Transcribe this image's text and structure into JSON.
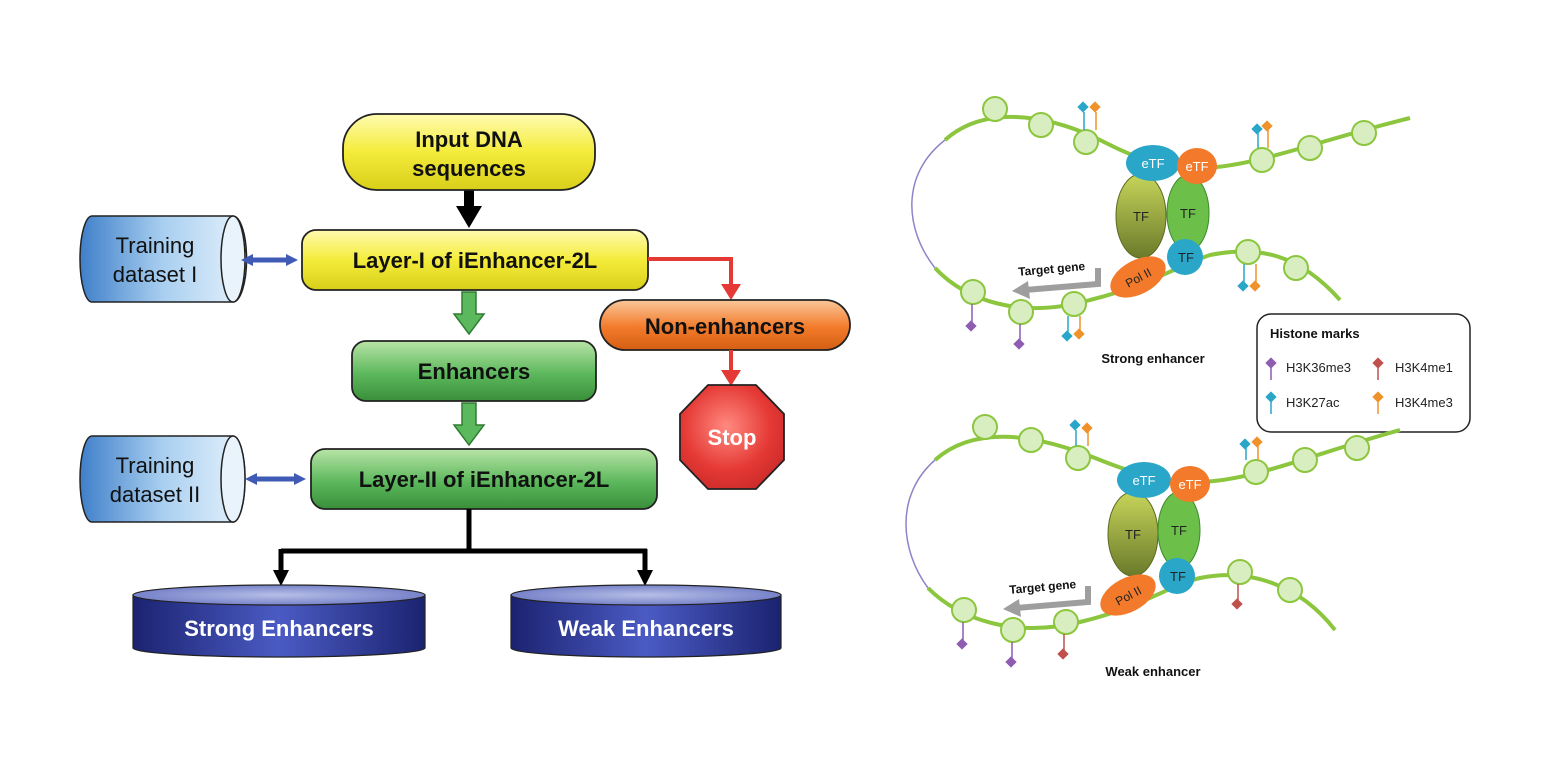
{
  "flowchart": {
    "input_line1": "Input DNA",
    "input_line2": "sequences",
    "layer1": "Layer-I of iEnhancer-2L",
    "layer2": "Layer-II of iEnhancer-2L",
    "enhancers": "Enhancers",
    "non_enhancers": "Non-enhancers",
    "stop": "Stop",
    "training1_line1": "Training",
    "training1_line2": "dataset I",
    "training2_line1": "Training",
    "training2_line2": "dataset II",
    "strong_out": "Strong Enhancers",
    "weak_out": "Weak Enhancers"
  },
  "bio": {
    "etf": "eTF",
    "tf": "TF",
    "pol": "Pol II",
    "target_gene": "Target gene",
    "strong_caption": "Strong enhancer",
    "weak_caption": "Weak enhancer"
  },
  "legend": {
    "title": "Histone marks",
    "items": [
      {
        "label": "H3K36me3",
        "color": "#8e5cb0"
      },
      {
        "label": "H3K4me1",
        "color": "#c0504d"
      },
      {
        "label": "H3K27ac",
        "color": "#2aa6c9"
      },
      {
        "label": "H3K4me3",
        "color": "#f0922b"
      }
    ]
  },
  "colors": {
    "yellow": "#f4ec3a",
    "green": "#4caf50",
    "orange": "#f27a2a",
    "stop_red": "#e53935",
    "arrow_red": "#e53935",
    "arrow_blue": "#3f5bb5",
    "cylinder_blue": "#2b3594",
    "dna_green": "#8cc63f"
  }
}
